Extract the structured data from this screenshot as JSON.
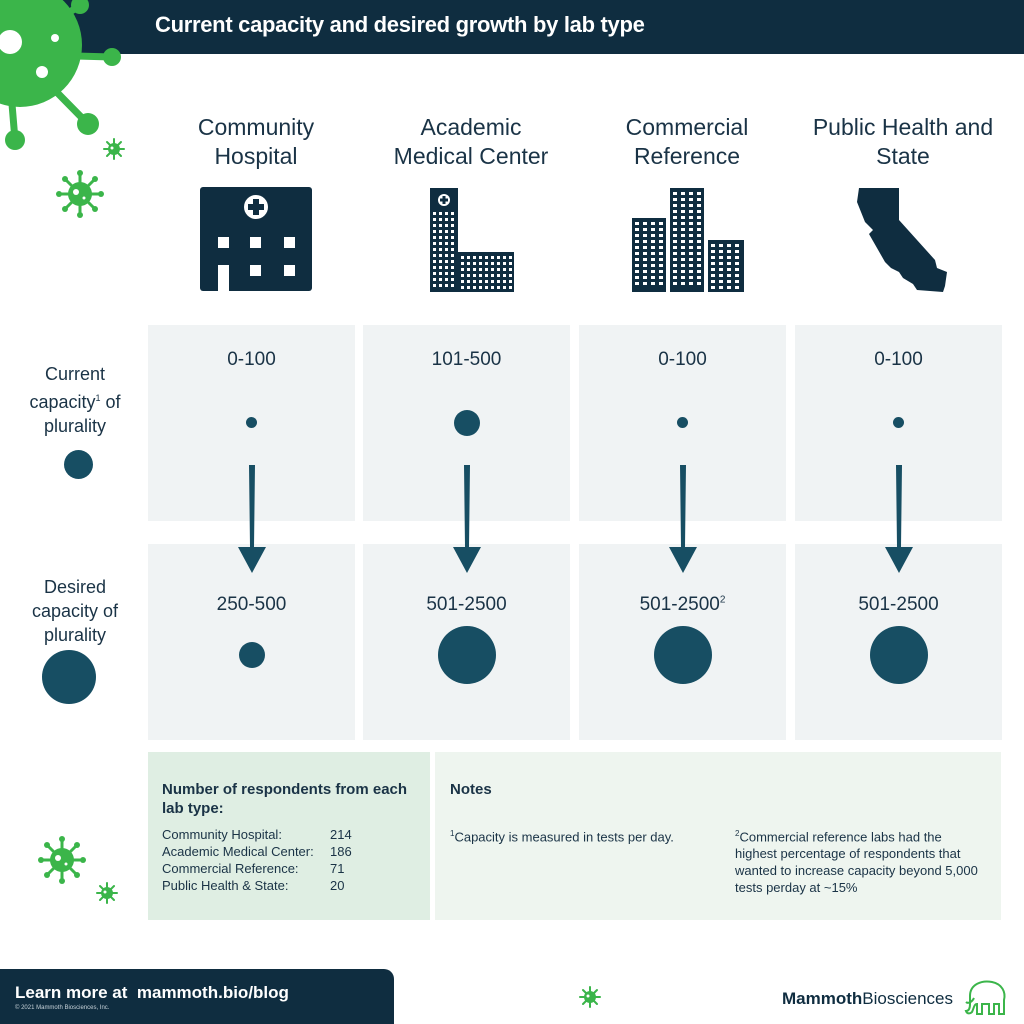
{
  "header": {
    "title": "Current capacity and desired growth by lab type"
  },
  "columns": [
    {
      "title_line1": "Community",
      "title_line2": "Hospital",
      "icon": "hospital-icon",
      "current_range": "0-100",
      "desired_range": "250-500",
      "desired_sup": ""
    },
    {
      "title_line1": "Academic",
      "title_line2": "Medical Center",
      "icon": "tall-building-icon",
      "current_range": "101-500",
      "desired_range": "501-2500",
      "desired_sup": ""
    },
    {
      "title_line1": "Commercial",
      "title_line2": "Reference",
      "icon": "city-buildings-icon",
      "current_range": "0-100",
      "desired_range": "501-2500",
      "desired_sup": "2"
    },
    {
      "title_line1": "Public Health and",
      "title_line2": "State",
      "icon": "california-map-icon",
      "current_range": "0-100",
      "desired_range": "501-2500",
      "desired_sup": ""
    }
  ],
  "rows": {
    "current": {
      "label_part1": "Current",
      "label_part2": "capacity",
      "label_sup": "1",
      "label_part3": " of",
      "label_part4": "plurality"
    },
    "desired": {
      "label_line1": "Desired",
      "label_line2": "capacity of",
      "label_line3": "plurality"
    }
  },
  "respondents": {
    "heading_line1": "Number of respondents from each",
    "heading_line2": "lab type:",
    "rows": [
      {
        "name": "Community Hospital:",
        "count": "214"
      },
      {
        "name": "Academic Medical Center:",
        "count": "186"
      },
      {
        "name": "Commercial Reference:",
        "count": "71"
      },
      {
        "name": "Public Health & State:",
        "count": "20"
      }
    ]
  },
  "notes": {
    "heading": "Notes",
    "note1_sup": "1",
    "note1": "Capacity is measured in tests per day.",
    "note2_sup": "2",
    "note2_line1": "Commercial reference labs had the",
    "note2_line2": "highest percentage of respondents that",
    "note2_line3": "wanted to increase capacity beyond 5,000",
    "note2_line4": "tests perday at ~15%"
  },
  "footer": {
    "link_text": "Learn more at  mammoth.bio/blog",
    "copyright": "© 2021 Mammoth Biosciences, Inc."
  },
  "brand": {
    "part1": "Mammoth",
    "part2": "Biosciences",
    "logo_icon": "mammoth-logo-icon"
  },
  "colors": {
    "navy": "#0f2d40",
    "dot": "#174e63",
    "virus_green": "#3bb54a",
    "cell_bg": "#f0f3f4"
  }
}
